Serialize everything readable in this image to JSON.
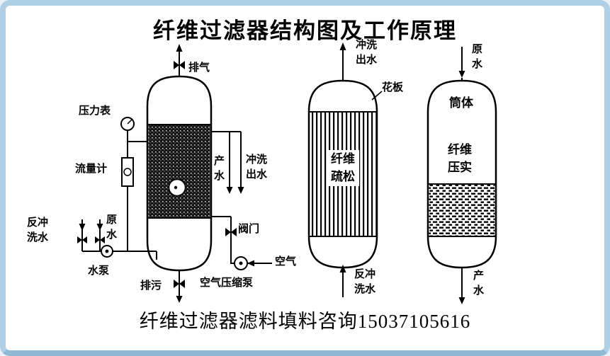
{
  "title": "纤维过滤器结构图及工作原理",
  "footer": "纤维过滤器滤料填料咨询15037105616",
  "colors": {
    "frame": "#aecfe4",
    "ink": "#000000"
  },
  "left": {
    "exhaust": "排气",
    "pressure_gauge": "压力表",
    "flow_meter": "流量计",
    "product_water": "产水",
    "flush_out_water": "冲洗出水",
    "valve": "阀门",
    "backwash_water": "反冲洗水",
    "raw_water": "原水",
    "water_pump": "水泵",
    "drain": "排污",
    "air": "空气",
    "air_compressor_pump": "空气压缩泵"
  },
  "middle": {
    "flush_out_water": "冲洗出水",
    "perforated_plate": "花板",
    "fiber_loose": "纤维疏松",
    "backwash_water": "反冲洗水"
  },
  "right": {
    "raw_water": "原水",
    "cylinder_body": "筒体",
    "fiber_compacted": "纤维压实",
    "product_water": "产水"
  }
}
